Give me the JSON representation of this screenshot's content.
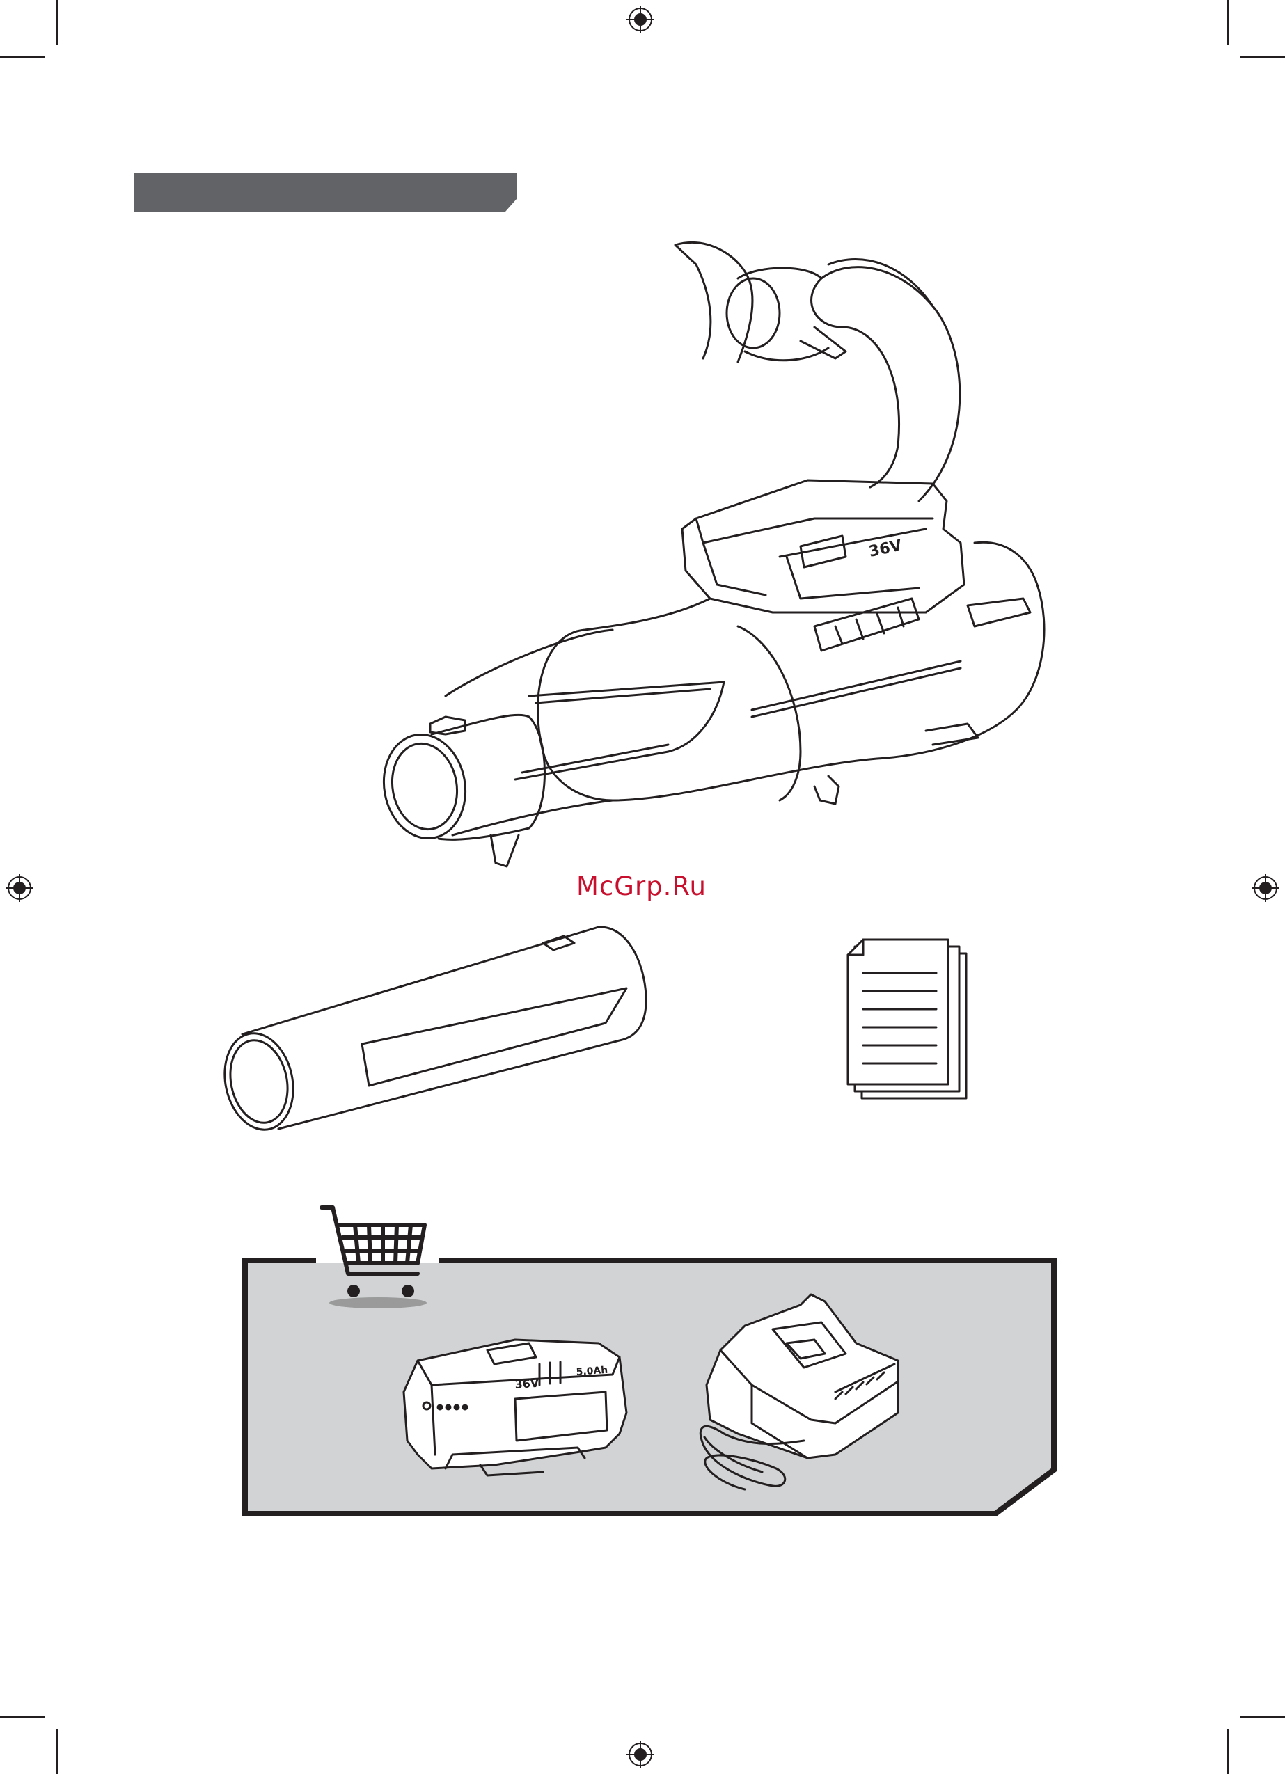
{
  "watermark": {
    "text": "McGrp.Ru",
    "color": "#c8102e"
  },
  "colors": {
    "header_bar": "#626366",
    "accessory_panel": "#d1d3d4",
    "line_art": "#231f20"
  },
  "illustrations": {
    "main_unit": "leaf-blower-icon",
    "nozzle": "blower-tube-icon",
    "manual": "manual-documents-icon",
    "optional_items_marker": "shopping-cart-icon",
    "optional_battery": "battery-pack-icon",
    "optional_charger": "charger-icon"
  },
  "battery_labels": {
    "voltage": "36V",
    "capacity": "5.0Ah"
  },
  "blower_labels": {
    "voltage": "36V"
  }
}
